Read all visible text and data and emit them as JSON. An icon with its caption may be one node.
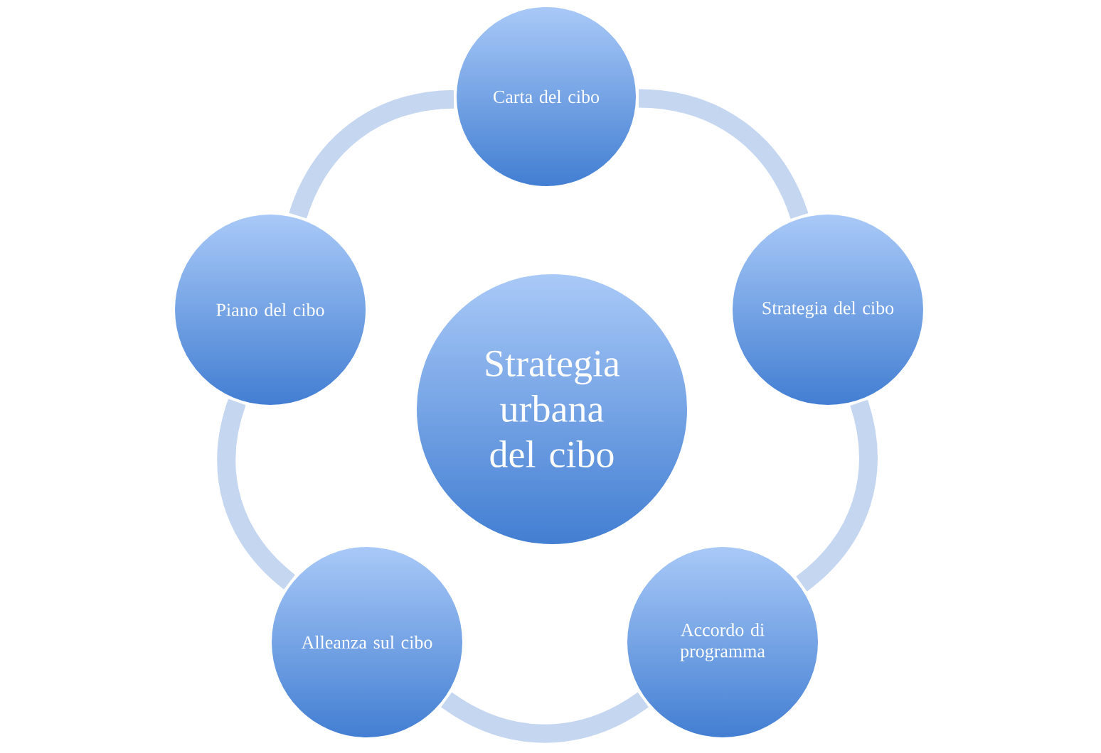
{
  "diagram": {
    "nodes": [
      {
        "text": [
          "Strategia urbana del cibo"
        ]
      },
      {
        "text": [
          "Carta del cibo"
        ]
      },
      {
        "text": [
          "Strategia del cibo"
        ]
      },
      {
        "text": [
          "Accordo di programma"
        ]
      },
      {
        "text": [
          "Alleanza sul cibo"
        ]
      },
      {
        "text": [
          "Piano del cibo"
        ]
      }
    ],
    "edges": [
      {
        "from": 1,
        "to": 2,
        "arrow": "none"
      },
      {
        "from": 2,
        "to": 3,
        "arrow": "none"
      },
      {
        "from": 3,
        "to": 4,
        "arrow": "none"
      },
      {
        "from": 4,
        "to": 5,
        "arrow": "none"
      },
      {
        "from": 5,
        "to": 1,
        "arrow": "none"
      }
    ]
  }
}
